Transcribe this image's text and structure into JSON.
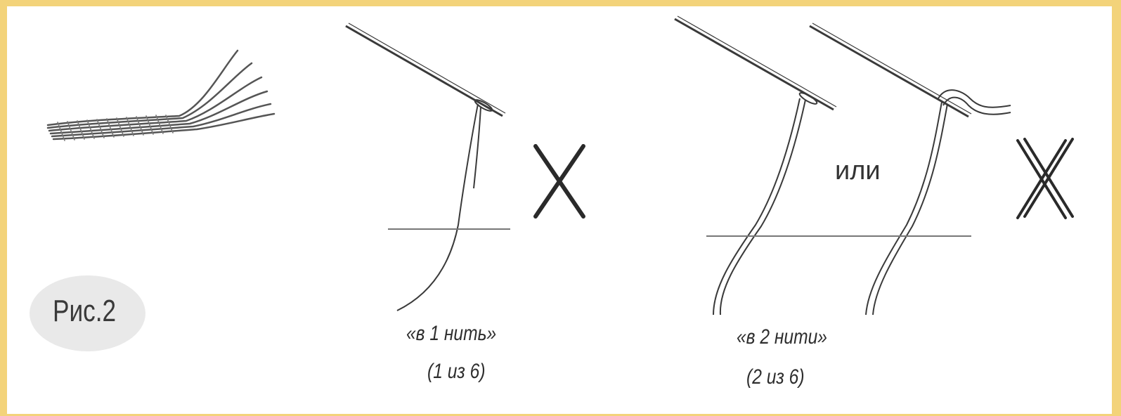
{
  "figure": {
    "label": "Рис.2",
    "one_thread": {
      "caption": "«в 1 нить»",
      "sub": "(1 из 6)"
    },
    "two_threads": {
      "caption": "«в 2 нити»",
      "sub": "(2 из 6)"
    },
    "connector": "или"
  },
  "colors": {
    "frame": "#f3d37a",
    "panel": "#ffffff",
    "ink": "#3a3a3a",
    "badge": "#e9e9e9"
  }
}
